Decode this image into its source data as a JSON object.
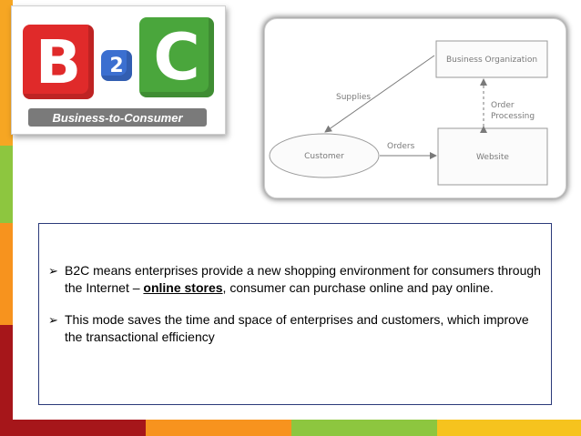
{
  "logo": {
    "letter_b": "B",
    "digit": "2",
    "letter_c": "C",
    "banner": "Business-to-Consumer"
  },
  "diagram": {
    "nodes": {
      "business": "Business Organization",
      "customer": "Customer",
      "website": "Website"
    },
    "edges": {
      "supplies": "Supplies",
      "orders": "Orders",
      "order_processing_line1": "Order",
      "order_processing_line2": "Processing"
    }
  },
  "bullets": {
    "marker": "➢",
    "item1_before": "B2C means enterprises provide a new shopping environment for consumers through the Internet – ",
    "item1_bold": "online stores",
    "item1_after": ", consumer can purchase online and pay online.",
    "item2": "This mode saves the time and space of enterprises and customers, which improve the transactional efficiency"
  },
  "colors": {
    "red": "#a6161a",
    "orange": "#f7931e",
    "green": "#8dc63f",
    "yellow": "#f6c31e",
    "border_blue": "#2b3a7a"
  }
}
